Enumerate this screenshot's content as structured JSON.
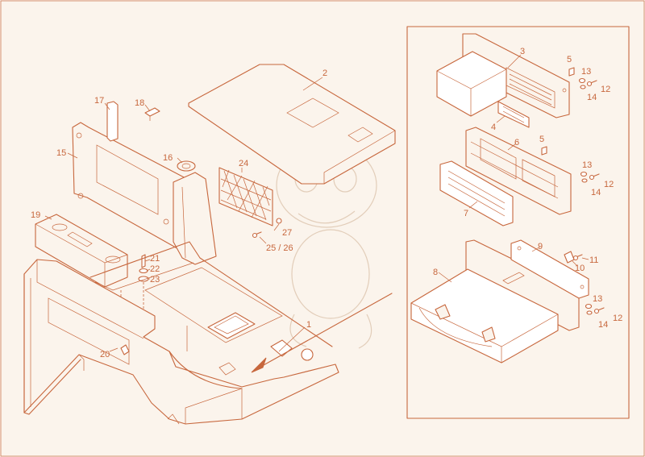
{
  "diagram": {
    "colors": {
      "line": "#c7673d",
      "background": "#fbf4ec",
      "watermark": "#e2cdb9"
    },
    "labels": {
      "p1": "1",
      "p2": "2",
      "p3": "3",
      "p4": "4",
      "p5a": "5",
      "p5b": "5",
      "p6": "6",
      "p7": "7",
      "p8": "8",
      "p9": "9",
      "p10": "10",
      "p11": "11",
      "p12a": "12",
      "p12b": "12",
      "p12c": "12",
      "p13a": "13",
      "p13b": "13",
      "p13c": "13",
      "p14a": "14",
      "p14b": "14",
      "p14c": "14",
      "p15": "15",
      "p16": "16",
      "p17": "17",
      "p18": "18",
      "p19": "19",
      "p20": "20",
      "p21": "21",
      "p22": "22",
      "p23": "23",
      "p24": "24",
      "p25_26": "25 / 26",
      "p27": "27"
    }
  }
}
